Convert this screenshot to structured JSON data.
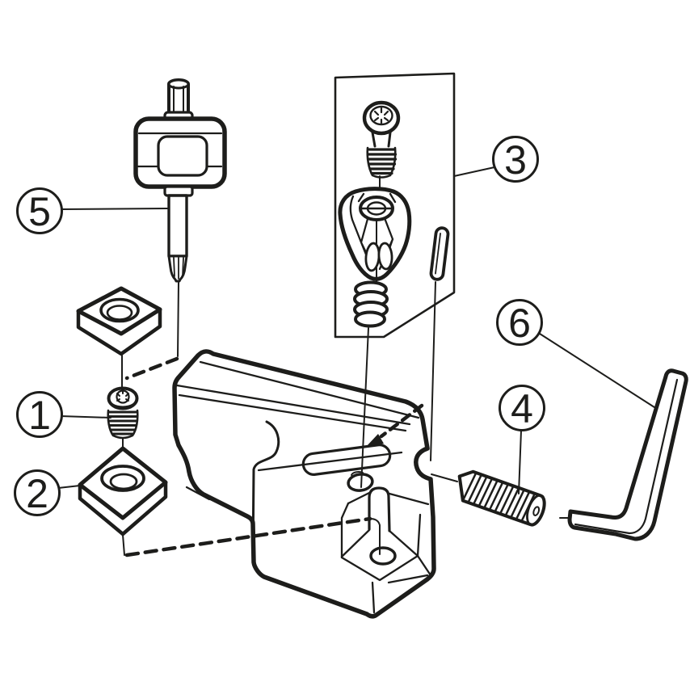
{
  "diagram": {
    "background_color": "#ffffff",
    "line_color": "#1d1d1b",
    "callouts": [
      {
        "label": "1"
      },
      {
        "label": "2"
      },
      {
        "label": "3"
      },
      {
        "label": "4"
      },
      {
        "label": "5"
      },
      {
        "label": "6"
      }
    ]
  }
}
